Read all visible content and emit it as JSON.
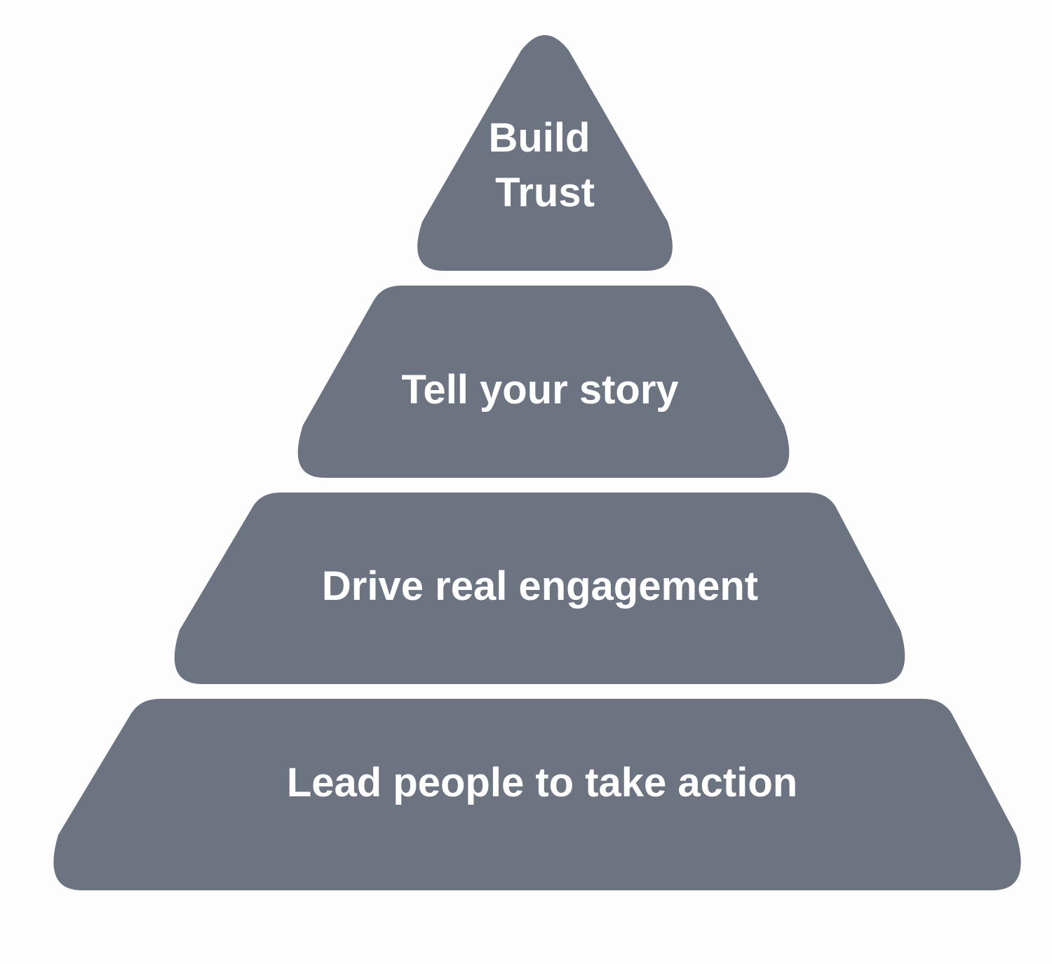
{
  "diagram": {
    "type": "pyramid",
    "fill_color": "#6c7381",
    "text_color": "#ffffff",
    "background_color": "#fdfdfe",
    "tiers": [
      {
        "label_lines": [
          "Build",
          "Trust"
        ]
      },
      {
        "label_lines": [
          "Tell your story"
        ]
      },
      {
        "label_lines": [
          "Drive real engagement"
        ]
      },
      {
        "label_lines": [
          "Lead people to take action"
        ]
      }
    ]
  }
}
